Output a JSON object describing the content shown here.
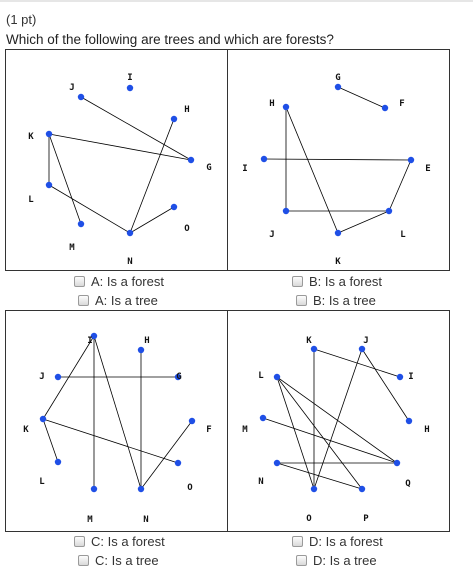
{
  "points_text": "(1 pt)",
  "question_text": "Which of the following are trees and which are forests?",
  "accent_color": "#1f4fe6",
  "graphs": [
    {
      "vertices": [
        "I",
        "J",
        "H",
        "K",
        "G",
        "L",
        "O",
        "M",
        "N"
      ],
      "edges": [
        [
          "J",
          "G"
        ],
        [
          "K",
          "G"
        ],
        [
          "K",
          "L"
        ],
        [
          "K",
          "M"
        ],
        [
          "L",
          "N"
        ],
        [
          "N",
          "H"
        ],
        [
          "N",
          "O"
        ]
      ],
      "forest_label": "A: Is a forest",
      "tree_label": "A: Is a tree"
    },
    {
      "vertices": [
        "G",
        "H",
        "F",
        "I",
        "E",
        "J",
        "L",
        "K"
      ],
      "edges": [
        [
          "G",
          "F"
        ],
        [
          "H",
          "J"
        ],
        [
          "H",
          "K"
        ],
        [
          "I",
          "E"
        ],
        [
          "E",
          "L"
        ],
        [
          "J",
          "L"
        ],
        [
          "K",
          "L"
        ]
      ],
      "forest_label": "B: Is a forest",
      "tree_label": "B: Is a tree"
    },
    {
      "vertices": [
        "I",
        "H",
        "J",
        "G",
        "K",
        "F",
        "L",
        "O",
        "M",
        "N"
      ],
      "edges": [
        [
          "J",
          "G"
        ],
        [
          "I",
          "K"
        ],
        [
          "I",
          "M"
        ],
        [
          "I",
          "N"
        ],
        [
          "H",
          "N"
        ],
        [
          "K",
          "L"
        ],
        [
          "K",
          "O"
        ],
        [
          "F",
          "N"
        ]
      ],
      "forest_label": "C: Is a forest",
      "tree_label": "C: Is a tree"
    },
    {
      "vertices": [
        "K",
        "J",
        "L",
        "I",
        "M",
        "H",
        "N",
        "Q",
        "O",
        "P"
      ],
      "edges": [
        [
          "K",
          "I"
        ],
        [
          "K",
          "O"
        ],
        [
          "J",
          "H"
        ],
        [
          "J",
          "O"
        ],
        [
          "L",
          "O"
        ],
        [
          "L",
          "P"
        ],
        [
          "L",
          "Q"
        ],
        [
          "M",
          "Q"
        ],
        [
          "N",
          "Q"
        ],
        [
          "N",
          "P"
        ]
      ],
      "forest_label": "D: Is a forest",
      "tree_label": "D: Is a tree"
    }
  ]
}
